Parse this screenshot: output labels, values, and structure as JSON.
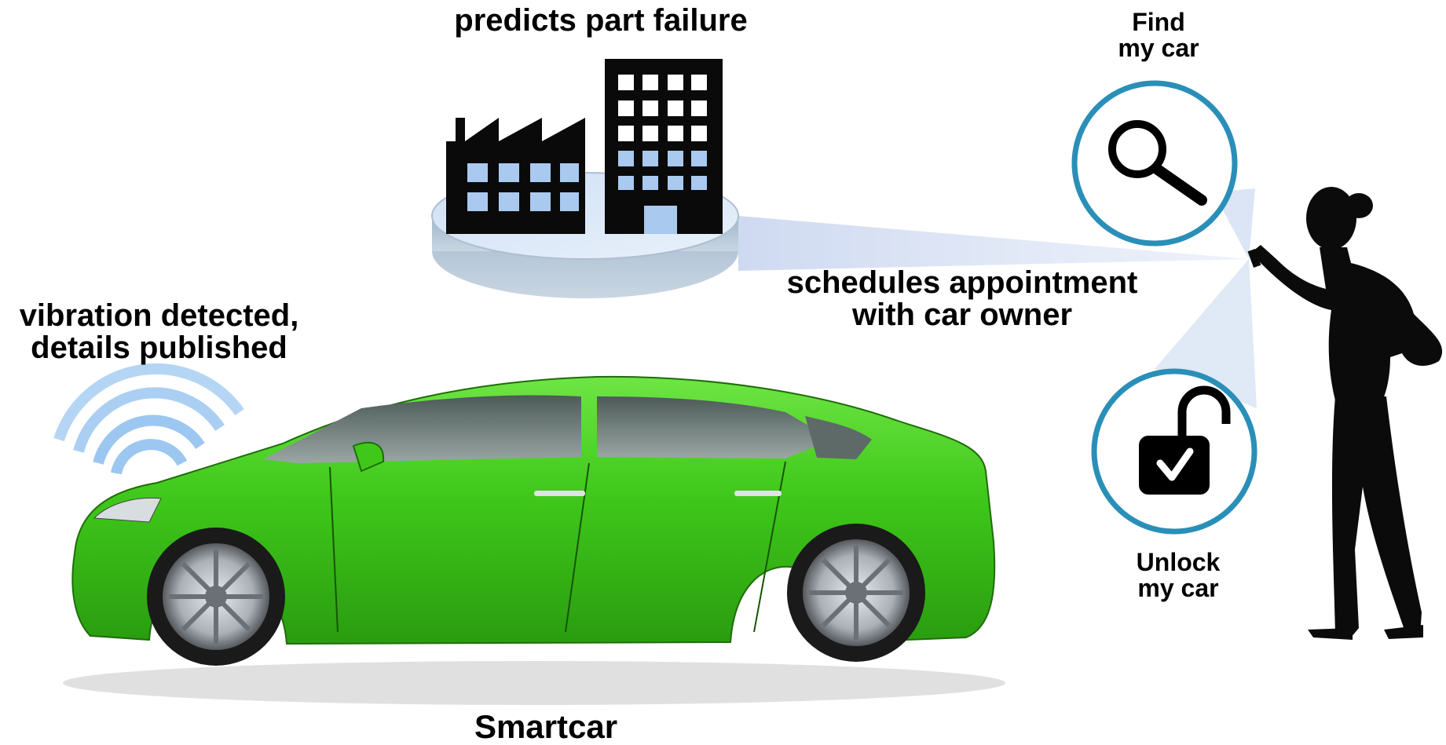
{
  "labels": {
    "predicts": "predicts part failure",
    "schedules": "schedules appointment\nwith car owner",
    "vibration": "vibration detected,\ndetails published",
    "smartcar": "Smartcar",
    "find": "Find\nmy car",
    "unlock": "Unlock\n my car"
  },
  "colors": {
    "car_body": "#3fc81a",
    "ring": "#2a8fb8",
    "beam": "#b7c9e8",
    "wifi": "#9cc7f0",
    "building": "#0a0a0a",
    "window": "#a9c9ef",
    "silhouette": "#0b0b0b"
  },
  "icons": {
    "search": "magnifier-icon",
    "unlock": "open-padlock-check-icon",
    "wifi": "wireless-signal-icon",
    "factory": "factory-building-icon",
    "person": "woman-with-phone-silhouette",
    "car": "green-hatchback-car"
  }
}
